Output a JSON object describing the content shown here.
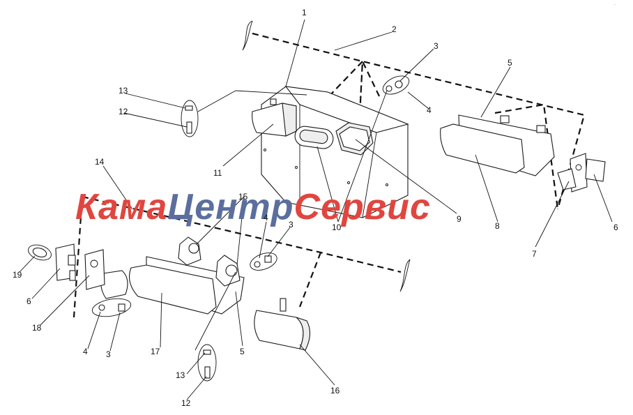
{
  "watermark": {
    "part1": "Кама",
    "part2": "Центр",
    "part3": "Сервис",
    "color_red": "#e0463f",
    "color_blue": "#5b6e9e"
  },
  "corner_mark": "··",
  "callouts": {
    "c1": "1",
    "c2": "2",
    "c3a": "3",
    "c3b": "3",
    "c3c": "3",
    "c4a": "4",
    "c4b": "4",
    "c4c": "4",
    "c5a": "5",
    "c5b": "5",
    "c6a": "6",
    "c6b": "6",
    "c7": "7",
    "c8": "8",
    "c9": "9",
    "c10": "10",
    "c11": "11",
    "c12a": "12",
    "c12b": "12",
    "c13a": "13",
    "c13b": "13",
    "c14": "14",
    "c15": "15",
    "c16": "16",
    "c17": "17",
    "c18": "18",
    "c19": "19"
  }
}
